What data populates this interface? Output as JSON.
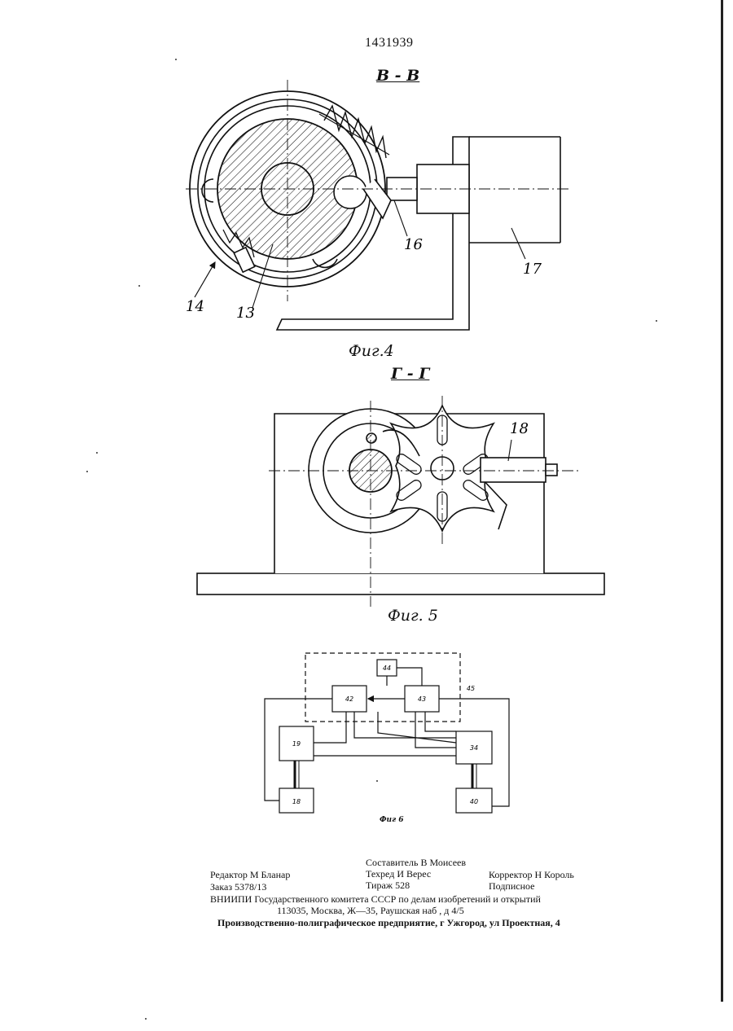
{
  "patent_number": "1431939",
  "sections": {
    "fig4_section": "В - В",
    "fig5_section": "Г - Г"
  },
  "figures": {
    "fig4": {
      "caption": "Фиг.4",
      "labels": {
        "l16": "16",
        "l17": "17",
        "l14": "14",
        "l13": "13"
      }
    },
    "fig5": {
      "caption": "Фиг. 5",
      "labels": {
        "l18": "18"
      }
    },
    "fig6": {
      "caption": "Фиг 6",
      "blocks": {
        "b44": "44",
        "b42": "42",
        "b43": "43",
        "b45": "45",
        "b19": "19",
        "b34": "34",
        "b18": "18",
        "b40": "40"
      }
    }
  },
  "footer": {
    "compiler": "Составитель В  Моисеев",
    "editor": "Редактор М  Бланар",
    "techred": "Техред  И  Верес",
    "corrector": "Корректор Н  Король",
    "order": "Заказ 5378/13",
    "circulation": "Тираж  528",
    "subscription": "Подписное",
    "vniipi": "ВНИИПИ Государственного комитета СССР по делам изобретений и открытий",
    "address": "113035,  Москва,  Ж—35,  Раушская  наб ,  д  4/5",
    "enterprise": "Производственно-полиграфическое предприятие, г  Ужгород, ул  Проектная, 4"
  }
}
